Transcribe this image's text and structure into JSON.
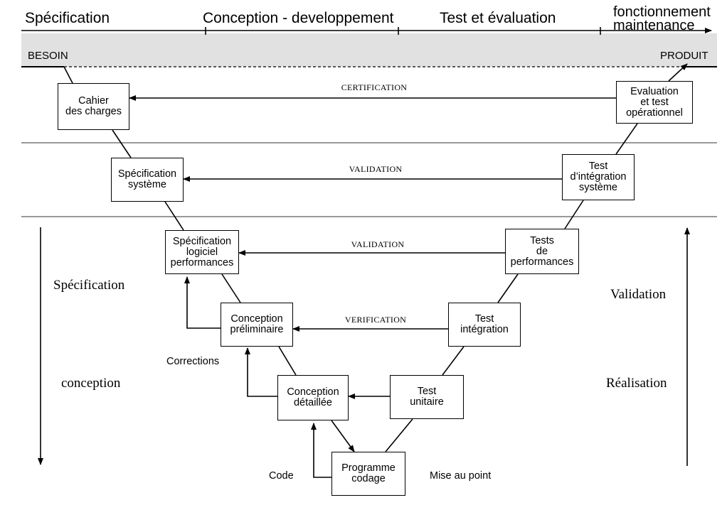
{
  "phases": [
    "Spécification",
    "Conception - developpement",
    "Test et évaluation",
    "fonctionnement\nmaintenance"
  ],
  "ends": {
    "start": "BESOIN",
    "end": "PRODUIT"
  },
  "boxes": {
    "cahier": "Cahier\ndes charges",
    "spec_systeme": "Spécification\nsystème",
    "spec_logiciel": "Spécification\nlogiciel\nperformances",
    "conception_prelim": "Conception\npréliminaire",
    "conception_detail": "Conception\ndétaillée",
    "programme": "Programme\ncodage",
    "test_unitaire": "Test\nunitaire",
    "test_integration": "Test\nintégration",
    "tests_perf": "Tests\nde\nperformances",
    "test_integ_systeme": "Test\nd’intégration\nsystème",
    "evaluation": "Evaluation\net test\nopérationnel"
  },
  "arrow_labels": {
    "certification": "CERTIFICATION",
    "validation_1": "VALIDATION",
    "validation_2": "VALIDATION",
    "verification": "VERIFICATION"
  },
  "side_labels": {
    "left_top": "Spécification",
    "left_bottom": "conception",
    "right_top": "Validation",
    "right_bottom": "Réalisation"
  },
  "annotations": {
    "corrections": "Corrections",
    "code": "Code",
    "mise_au_point": "Mise au point"
  }
}
